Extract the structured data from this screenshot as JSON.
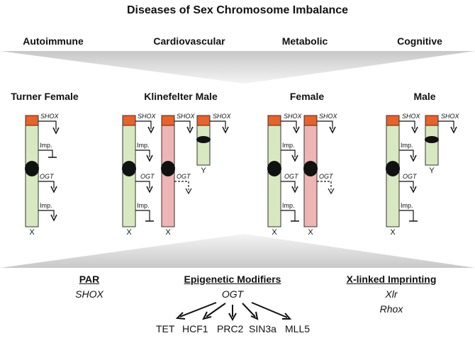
{
  "title": "Diseases of Sex Chromosome Imbalance",
  "categories": [
    "Autoimmune",
    "Cardiovascular",
    "Metabolic",
    "Cognitive"
  ],
  "groups": [
    "Turner Female",
    "Klinefelter Male",
    "Female",
    "Male"
  ],
  "chrom_labels": {
    "x": "X",
    "y": "Y"
  },
  "gene_labels": {
    "shox": "SHOX",
    "imp": "Imp.",
    "ogt": "OGT"
  },
  "colors": {
    "x_fill": "#d8e8c0",
    "x2_fill": "#efb4b4",
    "cap": "#e8622a",
    "funnel": "#d4d4d4"
  },
  "sections": {
    "par": {
      "heading": "PAR",
      "items": [
        "SHOX"
      ]
    },
    "epigenetic": {
      "heading": "Epigenetic Modifiers",
      "items": [
        "OGT"
      ],
      "targets": [
        "TET",
        "HCF1",
        "PRC2",
        "SIN3a",
        "MLL5"
      ]
    },
    "imprinting": {
      "heading": "X-linked Imprinting",
      "items": [
        "Xlr",
        "Rhox"
      ]
    }
  }
}
